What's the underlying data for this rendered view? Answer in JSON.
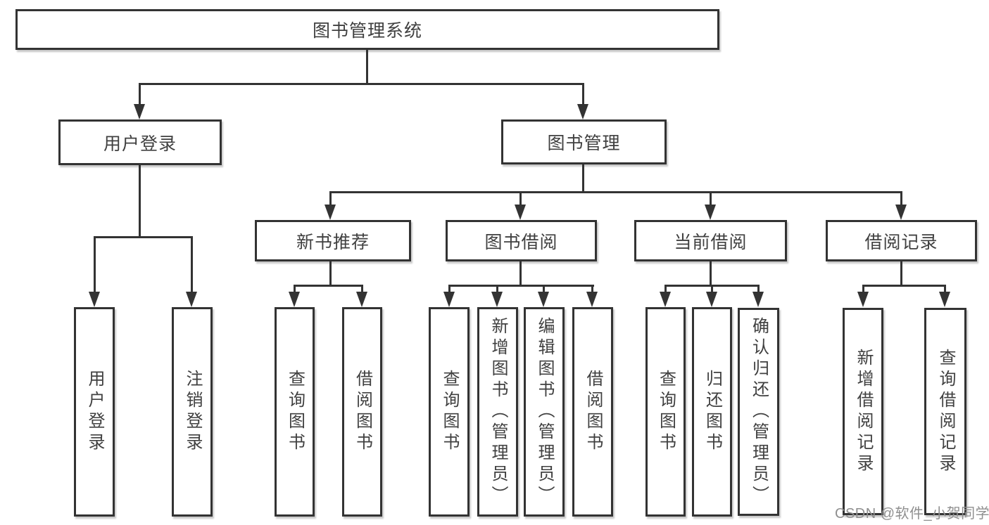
{
  "colors": {
    "line": "#333333",
    "box_fill": "#ffffff",
    "text": "#404040",
    "background": "#ffffff",
    "watermark": "#8f8f8f"
  },
  "tree": {
    "label": "图书管理系统",
    "children": [
      {
        "label": "用户登录",
        "children": [
          {
            "label": "用户登录"
          },
          {
            "label": "注销登录"
          }
        ]
      },
      {
        "label": "图书管理",
        "children": [
          {
            "label": "新书推荐",
            "children": [
              {
                "label": "查询图书"
              },
              {
                "label": "借阅图书"
              }
            ]
          },
          {
            "label": "图书借阅",
            "children": [
              {
                "label": "查询图书"
              },
              {
                "label": "新增图书（管理员）"
              },
              {
                "label": "编辑图书（管理员）"
              },
              {
                "label": "借阅图书"
              }
            ]
          },
          {
            "label": "当前借阅",
            "children": [
              {
                "label": "查询图书"
              },
              {
                "label": "归还图书"
              },
              {
                "label": "确认归还（管理员）"
              }
            ]
          },
          {
            "label": "借阅记录",
            "children": [
              {
                "label": "新增借阅记录"
              },
              {
                "label": "查询借阅记录"
              }
            ]
          }
        ]
      }
    ]
  },
  "watermark": {
    "text": "CSDN @软件_小贺同学"
  }
}
